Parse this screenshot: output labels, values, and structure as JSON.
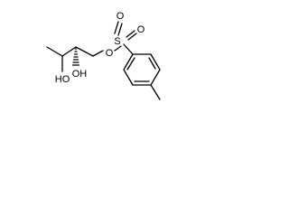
{
  "molecule": {
    "atoms": {
      "sulfur": "S",
      "ester_oxygen": "O",
      "sulfonyl_oxygen_top": "O",
      "sulfonyl_oxygen_right": "O",
      "hydroxyl_left": "HO",
      "hydroxyl_right": "OH"
    },
    "stereo": {
      "type": "hash-wedge",
      "on_bond": "C2-OH"
    },
    "colors": {
      "bond": "#000000",
      "label": "#000000",
      "background": "#ffffff"
    }
  }
}
